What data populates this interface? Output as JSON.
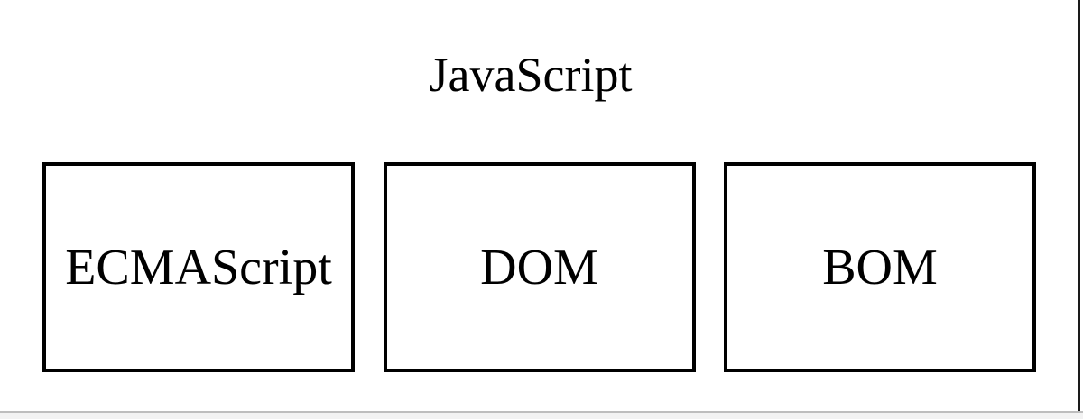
{
  "diagram": {
    "title": "JavaScript",
    "boxes": [
      {
        "label": "ECMAScript"
      },
      {
        "label": "DOM"
      },
      {
        "label": "BOM"
      }
    ]
  },
  "colors": {
    "background": "#ffffff",
    "text": "#000000",
    "box_border": "#000000",
    "right_edge_line": "#1a1a1a",
    "bottom_rule": "#bdbdbd"
  }
}
